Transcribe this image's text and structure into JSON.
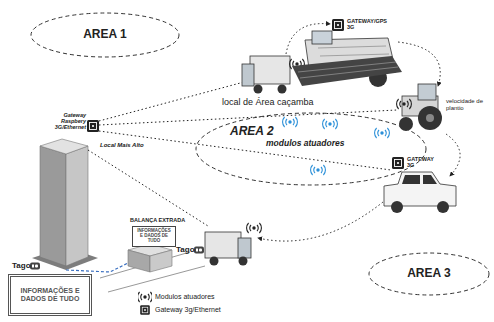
{
  "diagram": {
    "nodes": [
      {
        "text": [
          "AREA 1"
        ]
      },
      {
        "text": [
          "AREA 2",
          "modulos atuadores"
        ]
      },
      {
        "text": [
          "INFORMAÇÕES E DADOS DE TUDO"
        ]
      },
      {
        "text": [
          "AREA 3"
        ]
      },
      {
        "text": [
          "INFORMAÇÕES E DADOS DE TUDO"
        ]
      }
    ],
    "labels": [
      "GATEWAY/GPS 3G",
      "local de Área caçamba",
      "Gateway Raspbery 3G/Ethernet",
      "Local Mais Alto",
      "velocidade de plantio",
      "GATEWAY 3G",
      "BALANÇA EXTRADA",
      "Tago",
      "Tago"
    ],
    "legend": [
      {
        "text": "Modulos atuadores"
      },
      {
        "text": "Gateway 3g/Ethernet"
      }
    ]
  }
}
